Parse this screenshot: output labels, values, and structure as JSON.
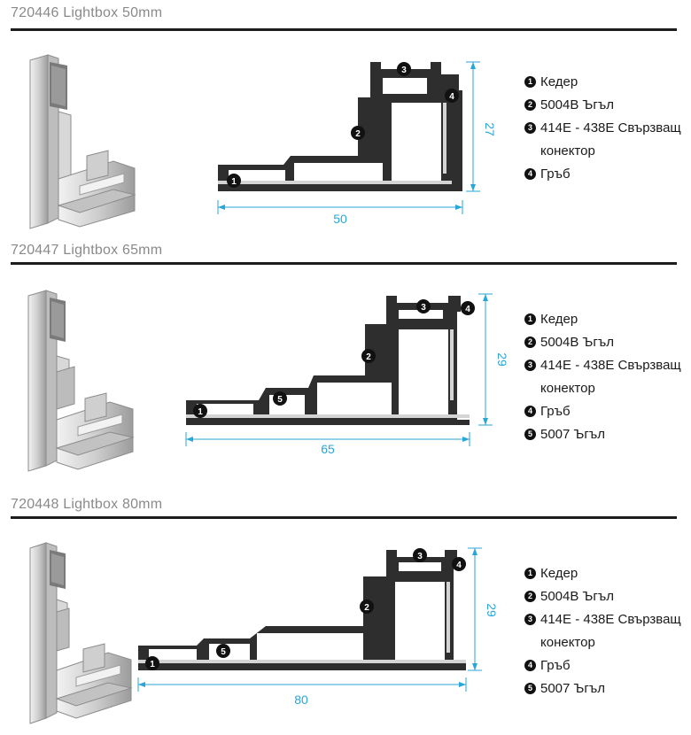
{
  "sections": [
    {
      "title": "720446 Lightbox 50mm",
      "dim_width": "50",
      "dim_height": "27",
      "callouts": [
        "1",
        "2",
        "3",
        "4"
      ],
      "legend": [
        {
          "num": "1",
          "text": "Кедер"
        },
        {
          "num": "2",
          "text": "5004B Ъгъл"
        },
        {
          "num": "3",
          "text": "414E - 438E Свързващ конектор"
        },
        {
          "num": "4",
          "text": "Гръб"
        }
      ]
    },
    {
      "title": "720447 Lightbox 65mm",
      "dim_width": "65",
      "dim_height": "29",
      "callouts": [
        "1",
        "2",
        "3",
        "4",
        "5"
      ],
      "legend": [
        {
          "num": "1",
          "text": "Кедер"
        },
        {
          "num": "2",
          "text": "5004B Ъгъл"
        },
        {
          "num": "3",
          "text": "414E - 438E Свързващ конектор"
        },
        {
          "num": "4",
          "text": "Гръб"
        },
        {
          "num": "5",
          "text": "5007 Ъгъл"
        }
      ]
    },
    {
      "title": "720448 Lightbox 80mm",
      "dim_width": "80",
      "dim_height": "29",
      "callouts": [
        "1",
        "2",
        "3",
        "4",
        "5"
      ],
      "legend": [
        {
          "num": "1",
          "text": "Кедер"
        },
        {
          "num": "2",
          "text": "5004B Ъгъл"
        },
        {
          "num": "3",
          "text": "414E - 438E Свързващ конектор"
        },
        {
          "num": "4",
          "text": "Гръб"
        },
        {
          "num": "5",
          "text": "5007 Ъгъл"
        }
      ]
    }
  ],
  "colors": {
    "profile": "#2e2e2e",
    "profile_highlight": "#d4d4d4",
    "dimension": "#29a6d8",
    "rule": "#1c1c1c",
    "title": "#8a8a8a",
    "aluminium_light": "#e6e6e6",
    "aluminium_dark": "#a9a9a9"
  }
}
